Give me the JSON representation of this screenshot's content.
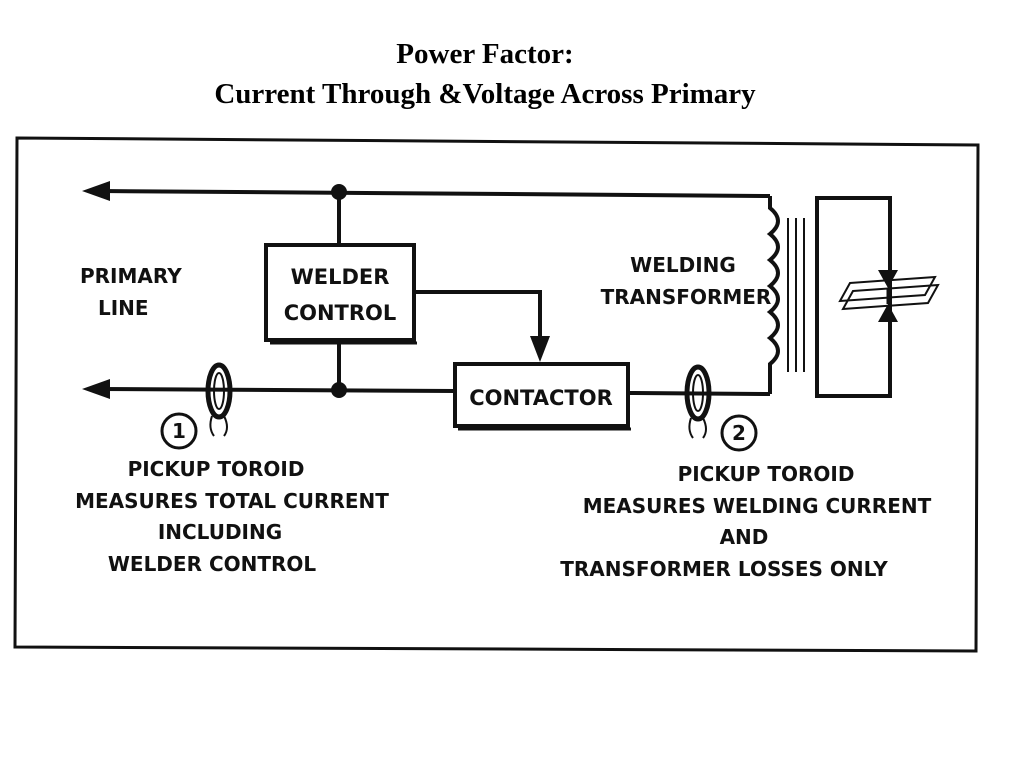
{
  "title": {
    "line1": "Power Factor:",
    "line2": "Current Through &Voltage Across Primary"
  },
  "diagram": {
    "primary_line": {
      "line1": "PRIMARY",
      "line2": "LINE"
    },
    "welder_control": {
      "line1": "WELDER",
      "line2": "CONTROL"
    },
    "contactor": "CONTACTOR",
    "welding_transformer": {
      "line1": "WELDING",
      "line2": "TRANSFORMER"
    },
    "toroid_1": {
      "number": "1",
      "lines": [
        "PICKUP TOROID",
        "MEASURES TOTAL CURRENT",
        "INCLUDING",
        "WELDER CONTROL"
      ]
    },
    "toroid_2": {
      "number": "2",
      "lines": [
        "PICKUP TOROID",
        "MEASURES WELDING CURRENT",
        "AND",
        "TRANSFORMER LOSSES ONLY"
      ]
    }
  },
  "colors": {
    "ink": "#111111",
    "background": "#ffffff"
  }
}
